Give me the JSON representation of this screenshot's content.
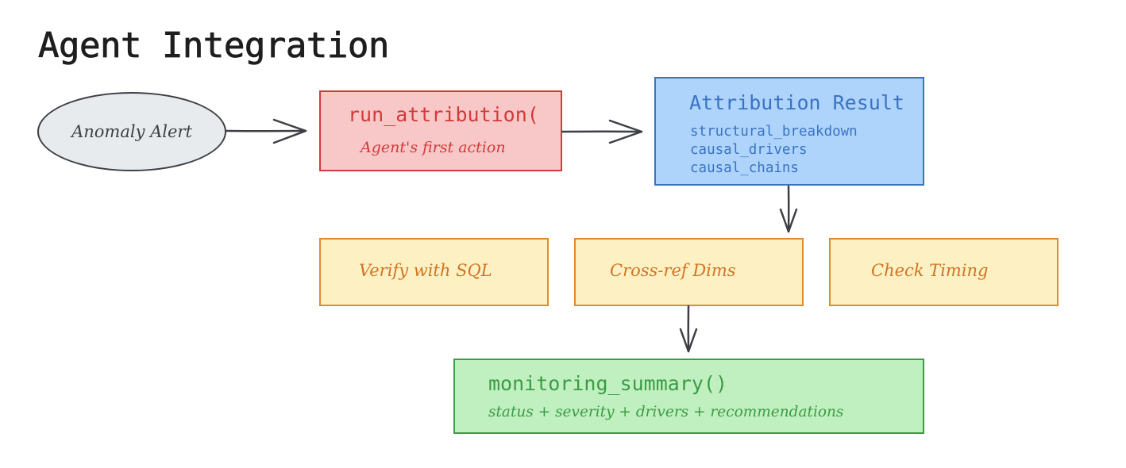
{
  "title": "Agent Integration",
  "nodes": {
    "anomaly_alert": {
      "label": "Anomaly Alert"
    },
    "run_attribution": {
      "label": "run_attribution(",
      "subtitle": "Agent's first action"
    },
    "attribution_result": {
      "label": "Attribution Result",
      "lines": [
        "structural_breakdown",
        "causal_drivers",
        "causal_chains"
      ]
    },
    "verify_sql": {
      "label": "Verify with SQL"
    },
    "cross_ref_dims": {
      "label": "Cross-ref Dims"
    },
    "check_timing": {
      "label": "Check Timing"
    },
    "monitoring_summary": {
      "label": "monitoring_summary()",
      "subtitle": "status + severity + drivers + recommendations"
    }
  },
  "colors": {
    "gray_stroke": "#3d3f44",
    "gray_fill": "#e8ebee",
    "red_stroke": "#d23a3a",
    "red_fill": "#f8c8c8",
    "blue_stroke": "#3a73c4",
    "blue_fill": "#afd4fb",
    "orange_stroke": "#e08a2c",
    "yellow_fill": "#fdf1c3",
    "green_stroke": "#3c9b45",
    "green_fill": "#c0f0c0",
    "arrow": "#3d3f44"
  }
}
